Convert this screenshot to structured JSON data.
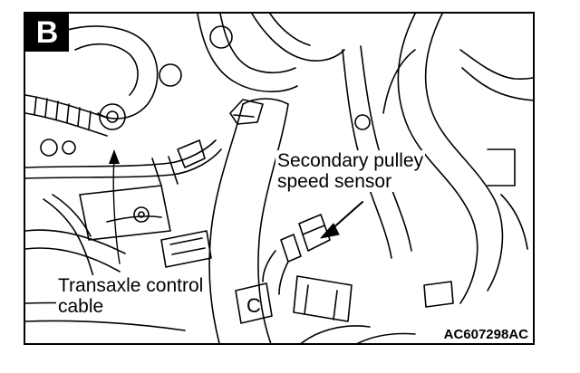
{
  "figure": {
    "badge": "B",
    "callouts": {
      "sensor": {
        "line1": "Secondary pulley",
        "line2": "speed sensor"
      },
      "cable": {
        "line1": "Transaxle control",
        "line2": "cable"
      }
    },
    "code": "AC607298AC"
  }
}
